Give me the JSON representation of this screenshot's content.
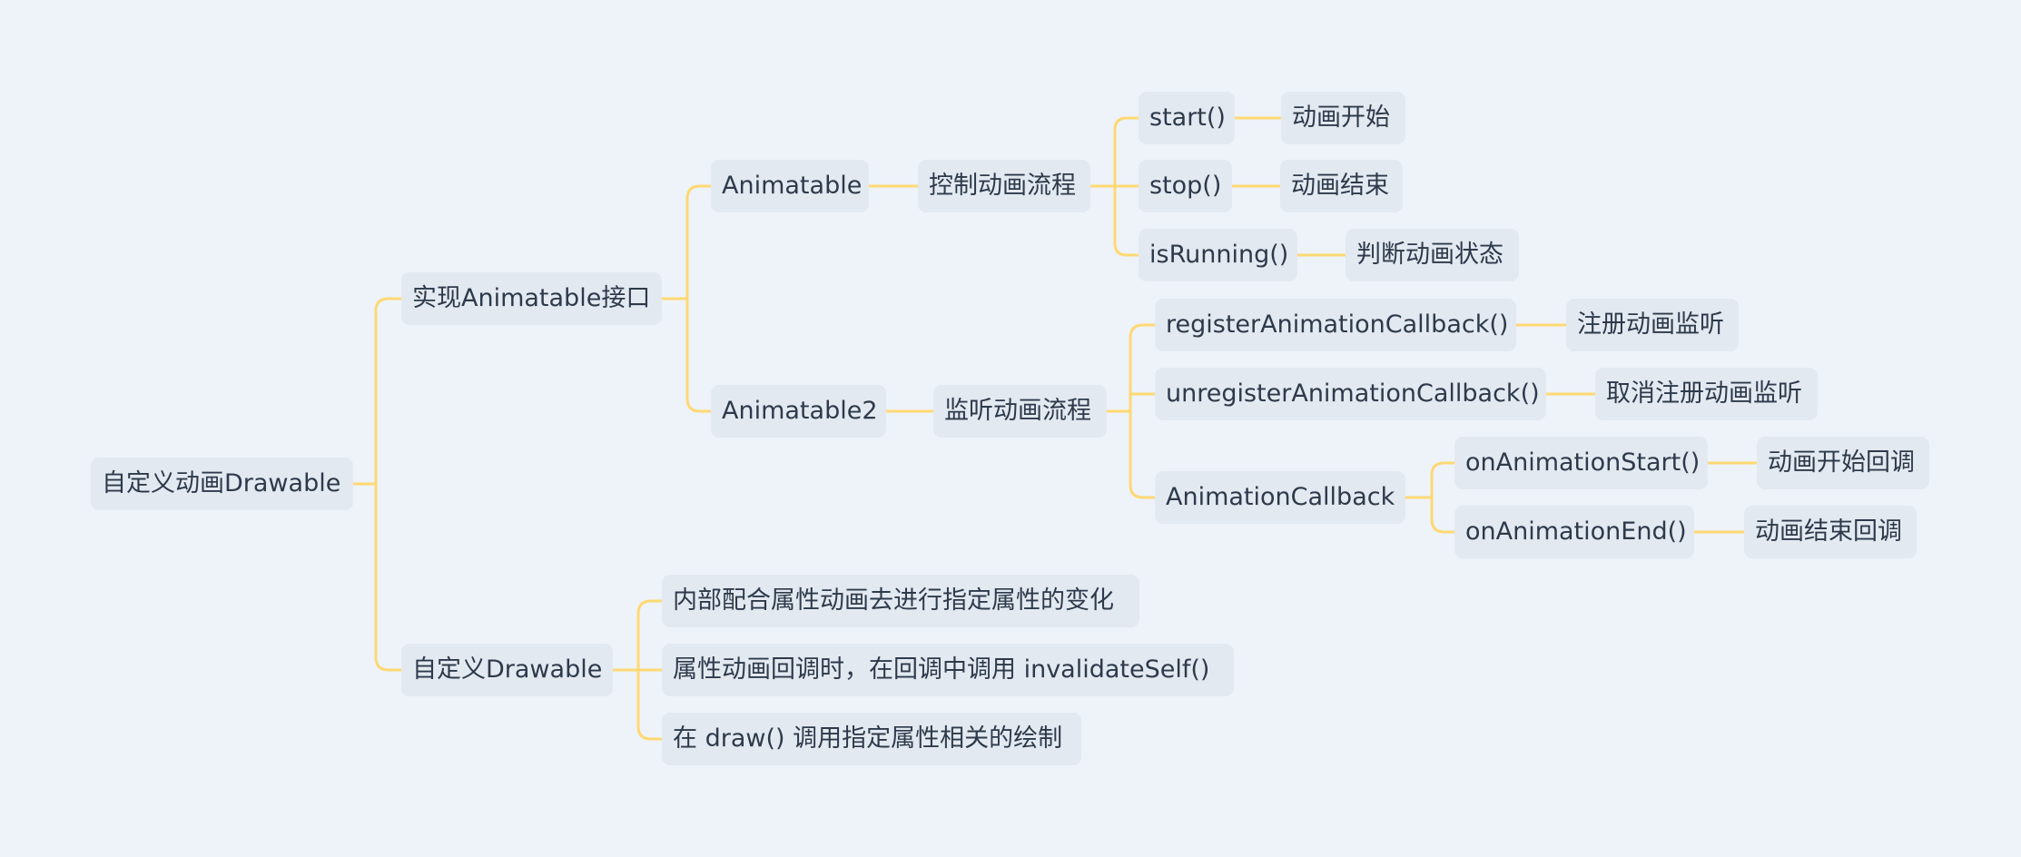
{
  "mindmap": {
    "root": "自定义动画Drawable",
    "branch_animatable": {
      "label": "实现Animatable接口",
      "animatable": {
        "label": "Animatable",
        "topic": "控制动画流程",
        "items": [
          {
            "method": "start()",
            "desc": "动画开始"
          },
          {
            "method": "stop()",
            "desc": "动画结束"
          },
          {
            "method": "isRunning()",
            "desc": "判断动画状态"
          }
        ]
      },
      "animatable2": {
        "label": "Animatable2",
        "topic": "监听动画流程",
        "register": {
          "method": "registerAnimationCallback()",
          "desc": "注册动画监听"
        },
        "unregister": {
          "method": "unregisterAnimationCallback()",
          "desc": "取消注册动画监听"
        },
        "callback": {
          "label": "AnimationCallback",
          "items": [
            {
              "method": "onAnimationStart()",
              "desc": "动画开始回调"
            },
            {
              "method": "onAnimationEnd()",
              "desc": "动画结束回调"
            }
          ]
        }
      }
    },
    "branch_drawable": {
      "label": "自定义Drawable",
      "items": [
        "内部配合属性动画去进行指定属性的变化",
        "属性动画回调时，在回调中调用 invalidateSelf()",
        "在 draw() 调用指定属性相关的绘制"
      ]
    }
  },
  "colors": {
    "background": "#edf3f9",
    "node_fill": "#e3e9f0",
    "text": "#2d3a4b",
    "connector": "#ffd874"
  }
}
